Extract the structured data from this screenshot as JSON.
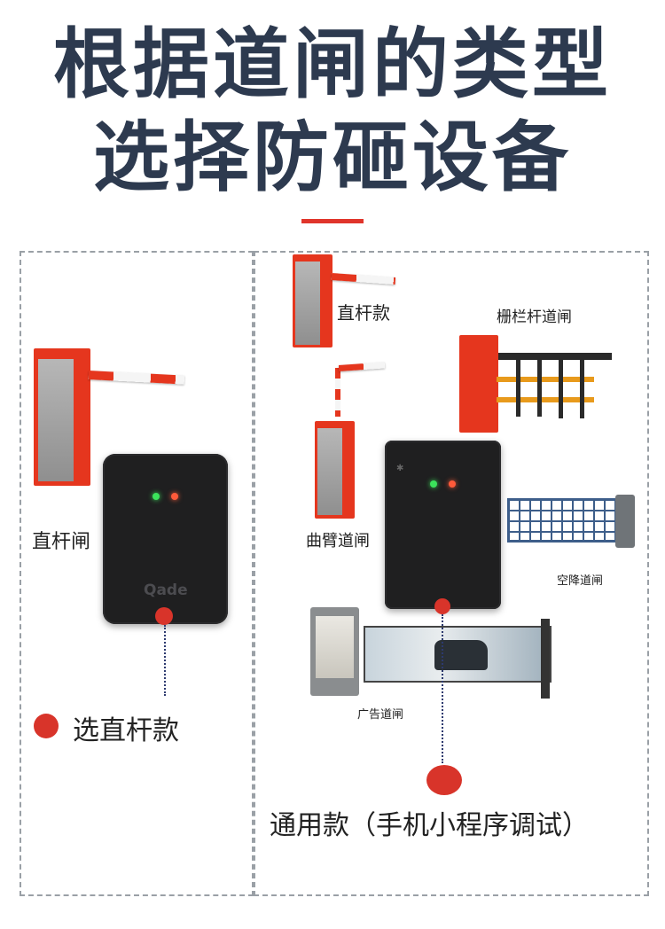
{
  "heading": {
    "line1": "根据道闸的类型",
    "line2": "选择防砸设备"
  },
  "left": {
    "gate_label": "直杆闸",
    "reader_brand": "Qade",
    "option_label": "选直杆款"
  },
  "right": {
    "labels": {
      "straight": "直杆款",
      "fence": "栅栏杆道闸",
      "curved": "曲臂道闸",
      "airdrop": "空降道闸",
      "ad": "广告道闸"
    },
    "option_label": "通用款（手机小程序调试）"
  },
  "colors": {
    "title": "#2d3a4f",
    "accent": "#e0352b",
    "gate_red": "#e5361e"
  }
}
